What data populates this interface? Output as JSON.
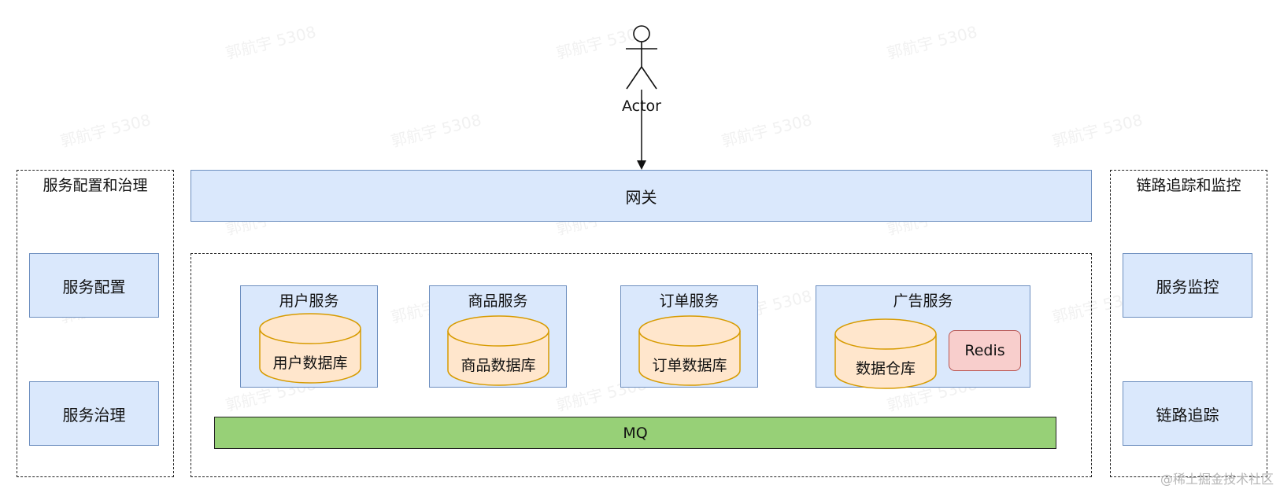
{
  "actor": {
    "label": "Actor"
  },
  "gateway": {
    "label": "网关"
  },
  "left_group": {
    "title": "服务配置和治理",
    "items": [
      "服务配置",
      "服务治理"
    ]
  },
  "right_group": {
    "title": "链路追踪和监控",
    "items": [
      "服务监控",
      "链路追踪"
    ]
  },
  "services": [
    {
      "title": "用户服务",
      "db": "用户数据库"
    },
    {
      "title": "商品服务",
      "db": "商品数据库"
    },
    {
      "title": "订单服务",
      "db": "订单数据库"
    },
    {
      "title": "广告服务",
      "db": "数据仓库",
      "cache": "Redis"
    }
  ],
  "mq": {
    "label": "MQ"
  },
  "watermark": {
    "text": "郭航宇 5308"
  },
  "credit": {
    "text": "@稀土掘金技术社区"
  },
  "colors": {
    "blue_fill": "#dae8fc",
    "blue_stroke": "#6c8ebf",
    "db_fill": "#ffe6cc",
    "db_stroke": "#d79b00",
    "mq_fill": "#97d077",
    "redis_fill": "#f8cecc",
    "redis_stroke": "#b85450"
  }
}
